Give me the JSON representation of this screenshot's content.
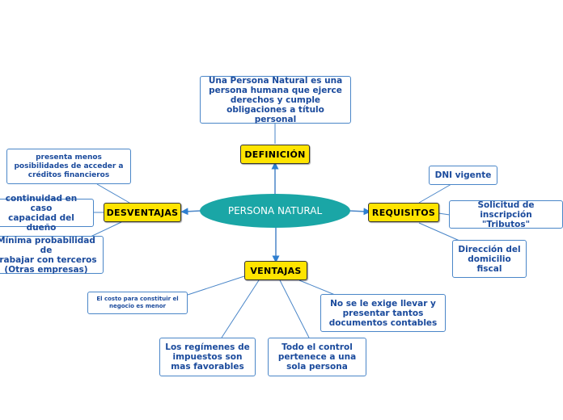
{
  "central": {
    "label": "PERSONA NATURAL"
  },
  "branches": {
    "definicion": {
      "label": "DEFINICIÓN"
    },
    "requisitos": {
      "label": "REQUISITOS"
    },
    "ventajas": {
      "label": "VENTAJAS"
    },
    "desventajas": {
      "label": "DESVENTAJAS"
    }
  },
  "leaves": {
    "definicion_text": "Una Persona Natural es una\npersona humana que ejerce\nderechos y cumple\nobligaciones a título personal",
    "dni": "DNI vigente",
    "inscripcion": "Solicitud de inscripción\n\"Tributos\"",
    "domicilio": "Dirección del\ndomicilio\nfiscal",
    "costo": "El costo para constituir el\nnegocio es menor",
    "regimenes": "Los regímenes de\nimpuestos son\nmas favorables",
    "control": "Todo el control\npertenece a una\nsola persona",
    "documentos": "No se le exige llevar y\npresentar tantos\ndocumentos contables",
    "creditos": "presenta menos\nposibilidades de acceder a\ncréditos financieros",
    "continuidad": "continuidad en caso\ncapacidad del dueño",
    "minima": "Mínima probabilidad de\ntrabajar con terceros\n(Otras empresas)"
  },
  "colors": {
    "central": "#1aa6a6",
    "branch_fill": "#ffe400",
    "leaf_border": "#4a86c8",
    "leaf_text": "#1a4a9c",
    "link": "#4a86c8"
  }
}
